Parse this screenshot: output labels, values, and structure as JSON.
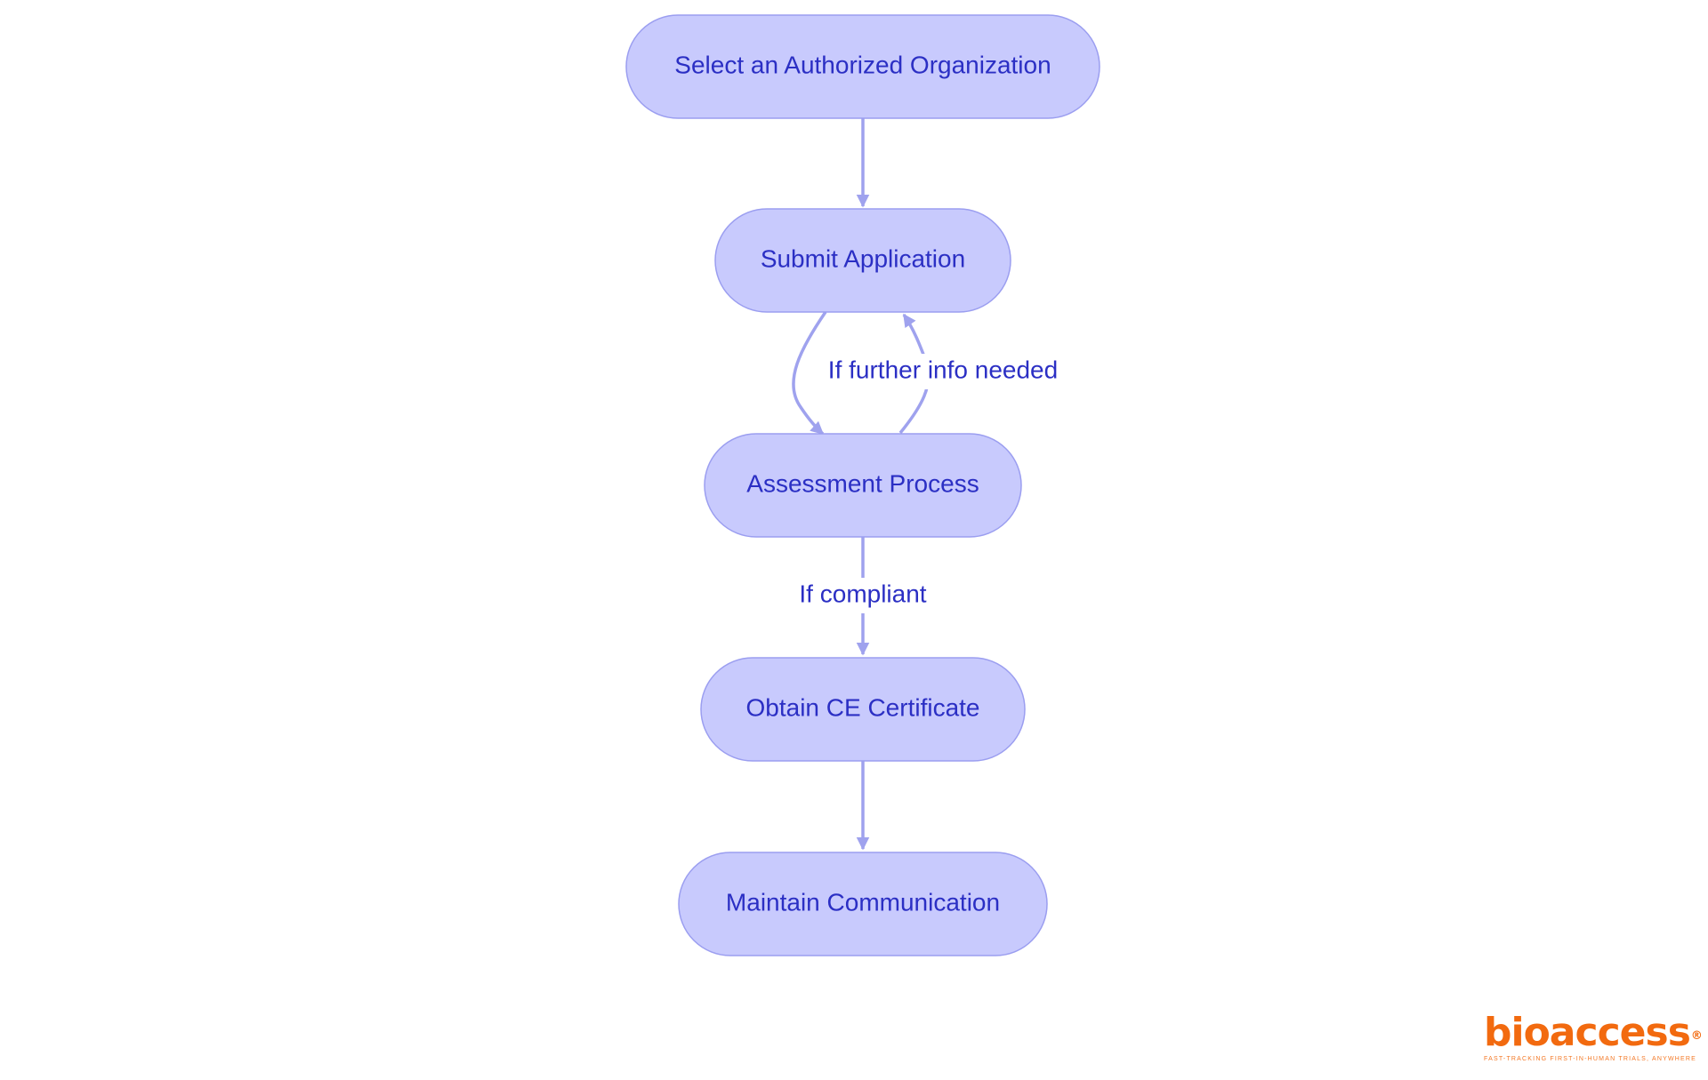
{
  "colors": {
    "node_fill": "#c8cafd",
    "node_border": "#9b9ef0",
    "node_text": "#2b2fc4",
    "edge": "#9fa2ee",
    "logo": "#f26a0f"
  },
  "nodes": [
    {
      "id": "select",
      "label": "Select an Authorized Organization"
    },
    {
      "id": "submit",
      "label": "Submit Application"
    },
    {
      "id": "assess",
      "label": "Assessment Process"
    },
    {
      "id": "obtain",
      "label": "Obtain CE Certificate"
    },
    {
      "id": "maintain",
      "label": "Maintain Communication"
    }
  ],
  "edges": [
    {
      "from": "select",
      "to": "submit",
      "label": ""
    },
    {
      "from": "submit",
      "to": "assess",
      "label": ""
    },
    {
      "from": "assess",
      "to": "submit",
      "label": "If further info needed"
    },
    {
      "from": "assess",
      "to": "obtain",
      "label": "If compliant"
    },
    {
      "from": "obtain",
      "to": "maintain",
      "label": ""
    }
  ],
  "logo": {
    "name": "bioaccess",
    "registered_mark": "®",
    "tagline": "FAST-TRACKING FIRST-IN-HUMAN TRIALS, ANYWHERE"
  }
}
